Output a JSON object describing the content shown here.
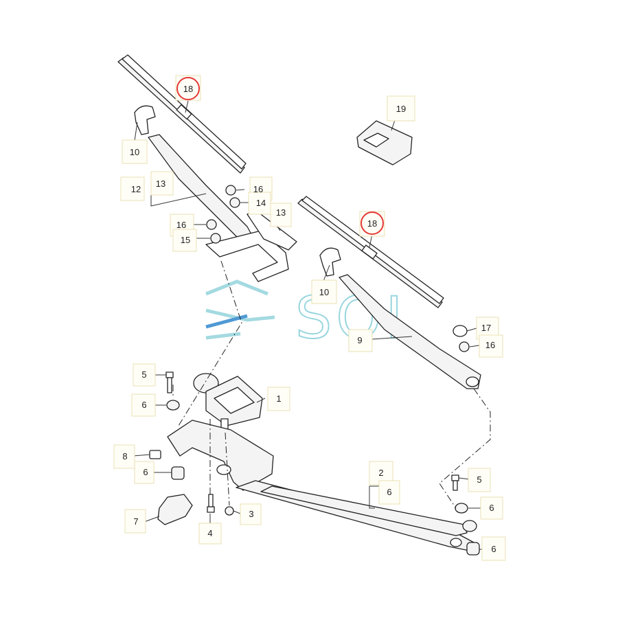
{
  "diagram": {
    "highlight_color": "#e53935",
    "watermark": "SOL",
    "callouts": {
      "c18a": "18",
      "c18b": "18",
      "c19": "19",
      "c10a": "10",
      "c10b": "10",
      "c12": "12",
      "c13a": "13",
      "c13b": "13",
      "c16a": "16",
      "c16b": "16",
      "c16c": "16",
      "c14": "14",
      "c15": "15",
      "c17": "17",
      "c9": "9",
      "c5a": "5",
      "c5b": "5",
      "c1": "1",
      "c6a": "6",
      "c6b": "6",
      "c6c": "6",
      "c6d": "6",
      "c6e": "6",
      "c8": "8",
      "c7": "7",
      "c4": "4",
      "c3": "3",
      "c2": "2"
    }
  }
}
